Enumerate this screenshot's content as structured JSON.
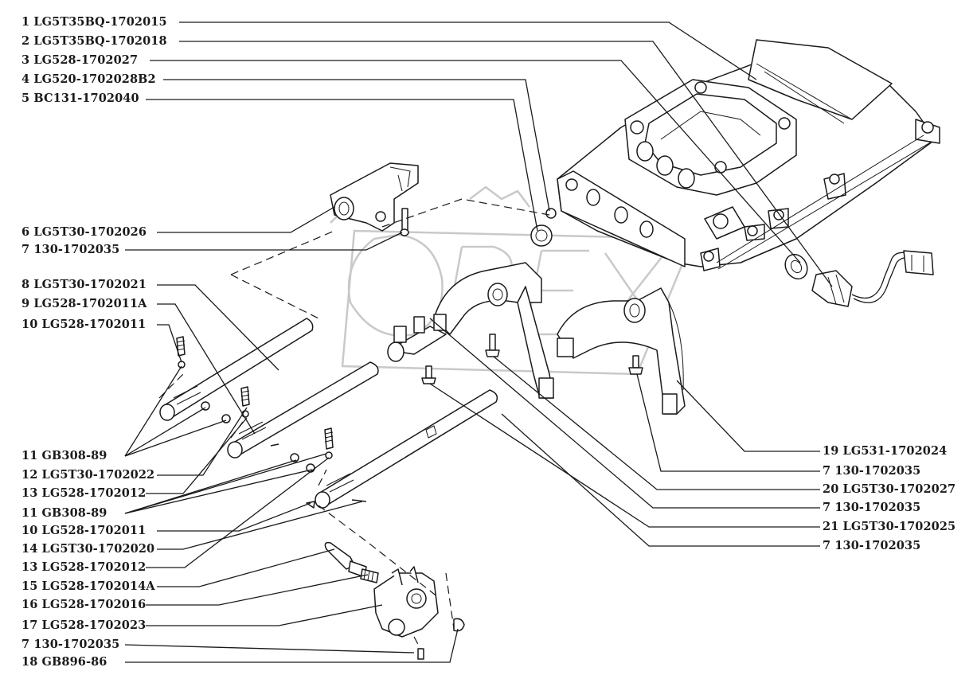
{
  "labels_left": [
    {
      "number": "1",
      "code": "LG5T35BQ-1702015"
    },
    {
      "number": "2",
      "code": "LG5T35BQ-1702018"
    },
    {
      "number": "3",
      "code": "LG528-1702027"
    },
    {
      "number": "4",
      "code": "LG520-1702028B2"
    },
    {
      "number": "5",
      "code": "BC131-1702040"
    },
    {
      "number": "6",
      "code": "LG5T30-1702026"
    },
    {
      "number": "7",
      "code": "130-1702035"
    },
    {
      "number": "8",
      "code": "LG5T30-1702021"
    },
    {
      "number": "9",
      "code": "LG528-1702011A"
    },
    {
      "number": "10",
      "code": "LG528-1702011"
    },
    {
      "number": "11",
      "code": "GB308-89"
    },
    {
      "number": "12",
      "code": "LG5T30-1702022"
    },
    {
      "number": "13",
      "code": "LG528-1702012"
    },
    {
      "number": "11",
      "code": "GB308-89"
    },
    {
      "number": "10",
      "code": "LG528-1702011"
    },
    {
      "number": "14",
      "code": "LG5T30-1702020"
    },
    {
      "number": "13",
      "code": "LG528-1702012"
    },
    {
      "number": "15",
      "code": "LG528-1702014A"
    },
    {
      "number": "16",
      "code": "LG528-1702016"
    },
    {
      "number": "17",
      "code": "LG528-1702023"
    },
    {
      "number": "7",
      "code": "130-1702035"
    },
    {
      "number": "18",
      "code": "GB896-86"
    }
  ],
  "labels_right": [
    {
      "number": "19",
      "code": "LG531-1702024"
    },
    {
      "number": "7",
      "code": "130-1702035"
    },
    {
      "number": "20",
      "code": "LG5T30-1702027"
    },
    {
      "number": "7",
      "code": "130-1702035"
    },
    {
      "number": "21",
      "code": "LG5T30-1702025"
    },
    {
      "number": "7",
      "code": "130-1702035"
    }
  ],
  "watermark": {
    "text": "OPEX",
    "color": "#c9c9c9"
  },
  "colors": {
    "ink": "#1a1a1a",
    "background": "#ffffff"
  }
}
